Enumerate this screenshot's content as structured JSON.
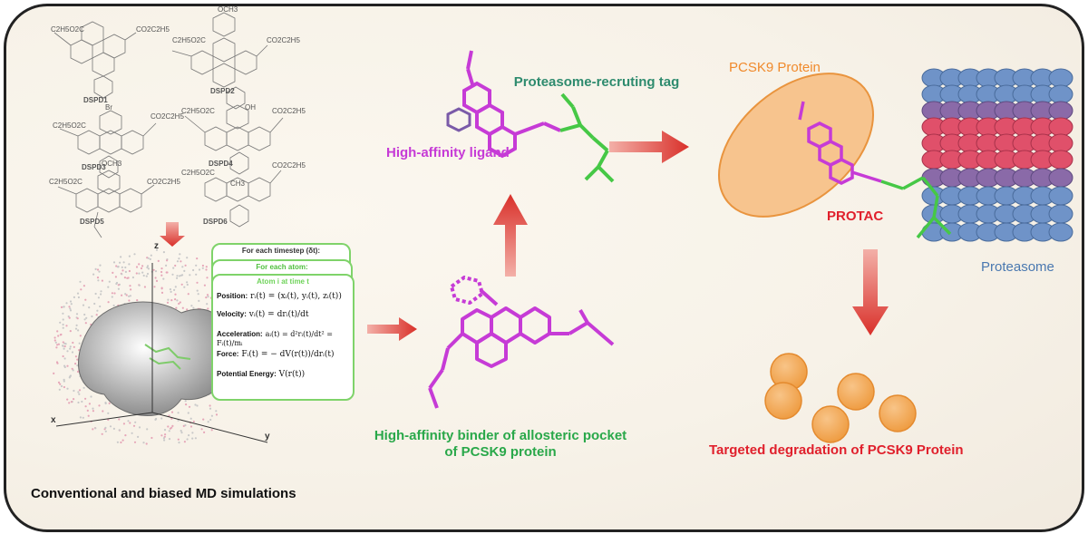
{
  "molecules": [
    "DSPD1",
    "DSPD2",
    "DSPD3",
    "DSPD4",
    "DSPD5",
    "DSPD6"
  ],
  "substituents": {
    "ester": "C2H5O2C",
    "ester_right": "CO2C2H5",
    "methoxy": "OCH3",
    "bromo": "Br",
    "hydroxy": "OH",
    "methyl": "CH3"
  },
  "axes": {
    "x": "x",
    "y": "y",
    "z": "z"
  },
  "md_box": {
    "outer_title": "For each timestep (δt):",
    "mid_title": "For each atom:",
    "inner_title": "Atom i at time t",
    "rows": [
      {
        "key": "Position:",
        "eq": "rᵢ(t) = (xᵢ(t), yᵢ(t), zᵢ(t))"
      },
      {
        "key": "Velocity:",
        "eq": "vᵢ(t) = drᵢ(t)/dt"
      },
      {
        "key": "Acceleration:",
        "eq": "aᵢ(t) = d²rᵢ(t)/dt² = Fᵢ(t)/mᵢ"
      },
      {
        "key": "Force:",
        "eq": "Fᵢ(t) = − dV(r(t))/drᵢ(t)"
      },
      {
        "key": "Potential Energy:",
        "eq": "V(r(t))"
      }
    ]
  },
  "labels": {
    "md_caption": "Conventional and biased MD simulations",
    "binder_caption": "High-affinity binder of allosteric pocket of PCSK9 protein",
    "ligand": "High-affinity ligand",
    "tag": "Proteasome-recruting tag",
    "pcsk9_protein": "PCSK9 Protein",
    "protac": "PROTAC",
    "proteasome": "Proteasome",
    "degradation": "Targeted degradation of PCSK9 Protein"
  },
  "colors": {
    "ligand": "#c63bd6",
    "binder": "#2aa84a",
    "tag": "#2e8b6e",
    "pcsk9": "#f08a2c",
    "protac": "#e0202c",
    "proteasome": "#4a78b0",
    "arrow": "#d9302a"
  }
}
